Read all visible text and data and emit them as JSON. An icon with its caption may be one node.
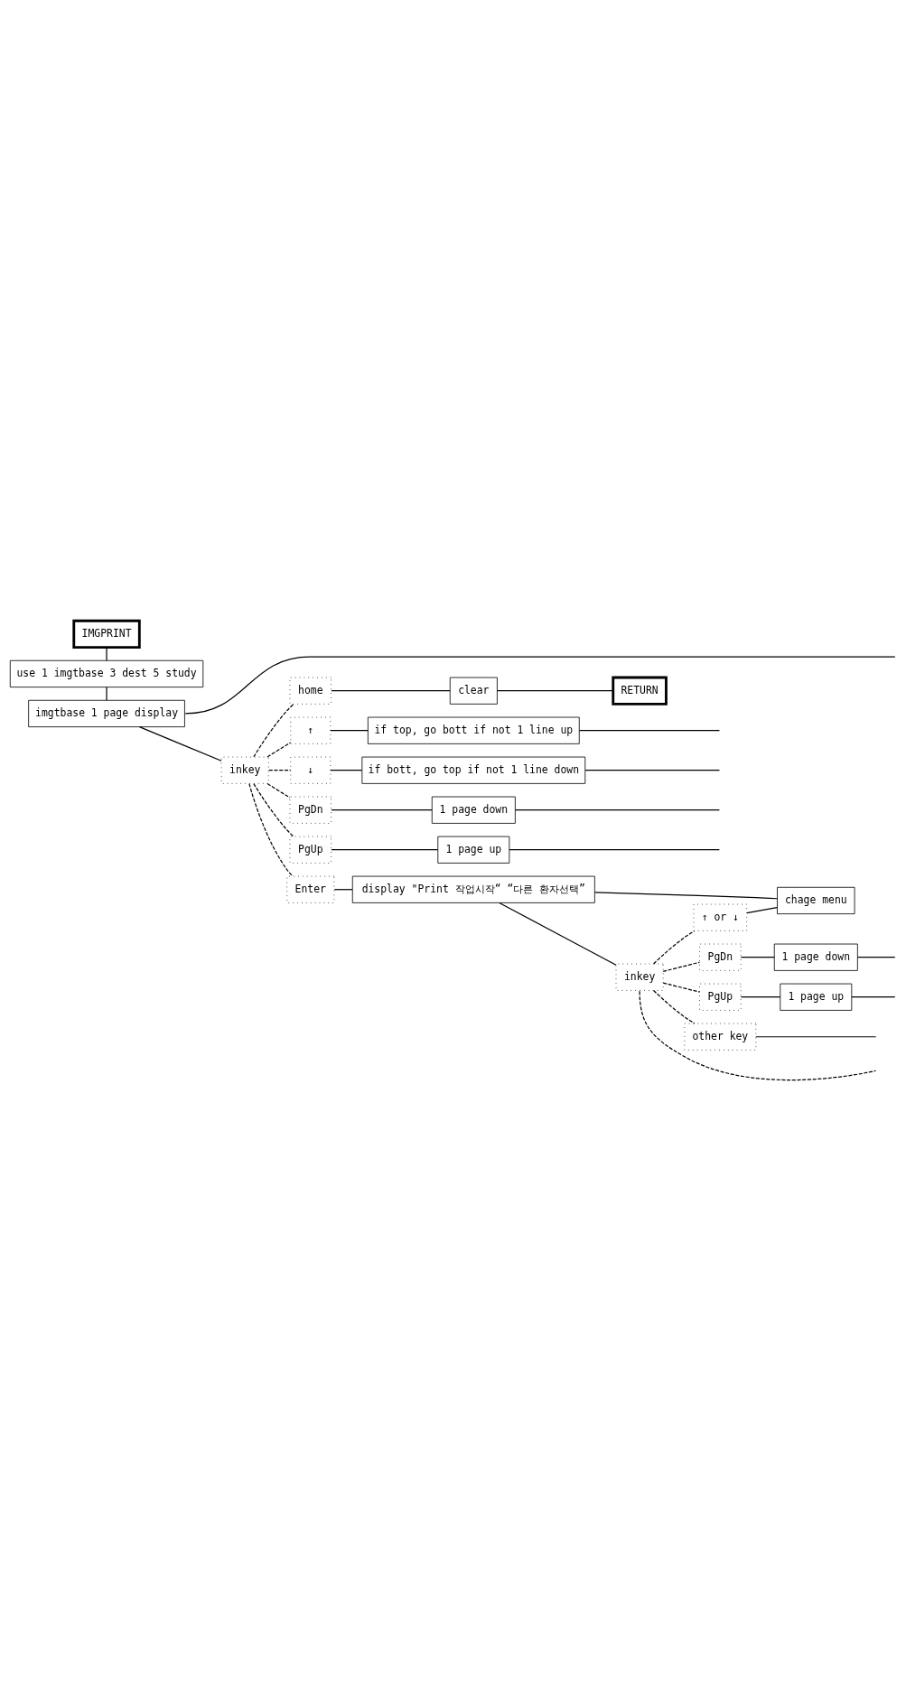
{
  "diagram": {
    "nodes": [
      {
        "text": [
          "IMGPRINT"
        ]
      },
      {
        "text": [
          "use 1 imgtbase 3 dest 5 study"
        ]
      },
      {
        "text": [
          "imgtbase 1 page display"
        ]
      },
      {
        "text": [
          "inkey"
        ]
      },
      {
        "text": [
          "home"
        ]
      },
      {
        "text": [
          "clear"
        ]
      },
      {
        "text": [
          "RETURN"
        ]
      },
      {
        "text": [
          "↑"
        ]
      },
      {
        "text": [
          "if top, go bott if not 1 line up"
        ]
      },
      {
        "text": [
          "↓"
        ]
      },
      {
        "text": [
          "if bott, go top if not 1 line down"
        ]
      },
      {
        "text": [
          "PgDn"
        ]
      },
      {
        "text": [
          "1 page down"
        ]
      },
      {
        "text": [
          "PgUp"
        ]
      },
      {
        "text": [
          "1 page up"
        ]
      },
      {
        "text": [
          "Enter"
        ]
      },
      {
        "text": [
          "display \"Print 작업시작“ “다른 환자선택”"
        ]
      },
      {
        "text": [
          "inkey"
        ]
      },
      {
        "text": [
          "↑ or ↓"
        ]
      },
      {
        "text": [
          "chage menu"
        ]
      },
      {
        "text": [
          "PgDn"
        ]
      },
      {
        "text": [
          "1 page down"
        ]
      },
      {
        "text": [
          "PgUp"
        ]
      },
      {
        "text": [
          "1 page up"
        ]
      },
      {
        "text": [
          "other key"
        ]
      }
    ],
    "edges": [
      {
        "from": 0,
        "to": 1,
        "arrow": "none"
      },
      {
        "from": 1,
        "to": 2,
        "arrow": "none"
      },
      {
        "from": 2,
        "to": 3,
        "arrow": "none"
      },
      {
        "from": 2,
        "to": null,
        "arrow": "none"
      },
      {
        "from": 3,
        "to": 4,
        "arrow": "none",
        "style": "dashed"
      },
      {
        "from": 4,
        "to": 5,
        "arrow": "none"
      },
      {
        "from": 5,
        "to": 6,
        "arrow": "none"
      },
      {
        "from": 3,
        "to": 7,
        "arrow": "none",
        "style": "dashed"
      },
      {
        "from": 7,
        "to": 8,
        "arrow": "none"
      },
      {
        "from": 8,
        "to": null,
        "arrow": "none"
      },
      {
        "from": 3,
        "to": 9,
        "arrow": "none",
        "style": "dashed"
      },
      {
        "from": 9,
        "to": 10,
        "arrow": "none"
      },
      {
        "from": 10,
        "to": null,
        "arrow": "none"
      },
      {
        "from": 3,
        "to": 11,
        "arrow": "none",
        "style": "dashed"
      },
      {
        "from": 11,
        "to": 12,
        "arrow": "none"
      },
      {
        "from": 12,
        "to": null,
        "arrow": "none"
      },
      {
        "from": 3,
        "to": 13,
        "arrow": "none",
        "style": "dashed"
      },
      {
        "from": 13,
        "to": 14,
        "arrow": "none"
      },
      {
        "from": 14,
        "to": null,
        "arrow": "none"
      },
      {
        "from": 3,
        "to": 15,
        "arrow": "none",
        "style": "dashed"
      },
      {
        "from": 15,
        "to": 16,
        "arrow": "none"
      },
      {
        "from": 16,
        "to": 17,
        "arrow": "none"
      },
      {
        "from": 17,
        "to": 18,
        "arrow": "none",
        "style": "dashed"
      },
      {
        "from": 18,
        "to": 19,
        "arrow": "none"
      },
      {
        "from": 19,
        "to": 16,
        "arrow": "none"
      },
      {
        "from": 17,
        "to": 20,
        "arrow": "none",
        "style": "dashed"
      },
      {
        "from": 20,
        "to": 21,
        "arrow": "none"
      },
      {
        "from": 21,
        "to": null,
        "arrow": "none"
      },
      {
        "from": 17,
        "to": 22,
        "arrow": "none",
        "style": "dashed"
      },
      {
        "from": 22,
        "to": 23,
        "arrow": "none"
      },
      {
        "from": 23,
        "to": null,
        "arrow": "none"
      },
      {
        "from": 17,
        "to": 24,
        "arrow": "none",
        "style": "dashed"
      },
      {
        "from": 24,
        "to": null,
        "arrow": "none"
      },
      {
        "from": 17,
        "to": null,
        "arrow": "none",
        "style": "dashed"
      }
    ]
  }
}
